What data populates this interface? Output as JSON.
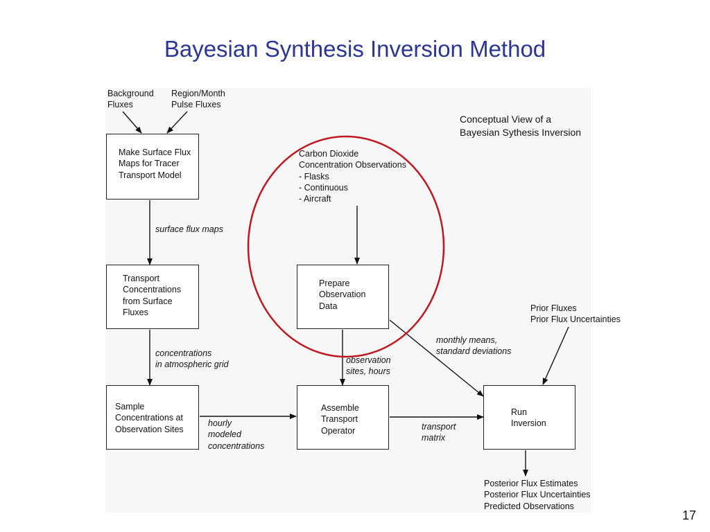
{
  "title": "Bayesian Synthesis Inversion Method",
  "page_number": "17",
  "colors": {
    "title": "#2b3594",
    "highlight_ellipse": "#c0161d"
  },
  "diagram": {
    "heading": "Conceptual View of a\nBayesian Sythesis Inversion",
    "inputs": {
      "background": "Background\nFluxes",
      "region_month": "Region/Month\nPulse Fluxes",
      "co2_obs": "Carbon Dioxide\nConcentration Observations\n- Flasks\n- Continuous\n- Aircraft",
      "prior": "Prior Fluxes\nPrior Flux Uncertainties"
    },
    "boxes": {
      "make_maps": "Make Surface Flux\nMaps for Tracer\nTransport Model",
      "transport": "Transport\nConcentrations\nfrom Surface\nFluxes",
      "sample": "Sample\nConcentrations at\nObservation Sites",
      "prepare": "Prepare\nObservation\nData",
      "assemble": "Assemble\nTransport\nOperator",
      "run": "Run\nInversion"
    },
    "edge_labels": {
      "surface_flux_maps": "surface flux maps",
      "concentrations": "concentrations\nin atmospheric grid",
      "hourly": "hourly\nmodeled\nconcentrations",
      "obs_sites": "observation\nsites, hours",
      "monthly": "monthly means,\nstandard deviations",
      "transport_matrix": "transport\nmatrix"
    },
    "outputs": "Posterior Flux Estimates\nPosterior Flux Uncertainties\nPredicted Observations"
  }
}
